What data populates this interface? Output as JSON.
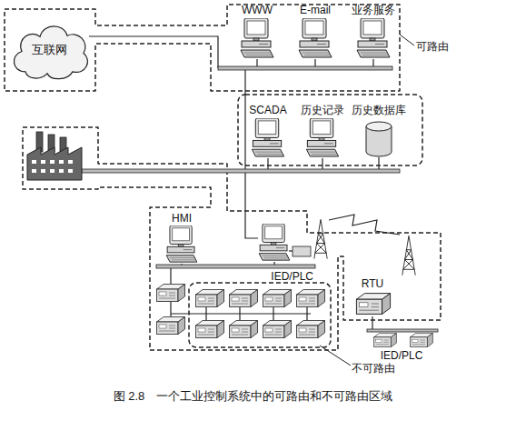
{
  "diagram": {
    "caption": "图 2.8　一个工业控制系统中的可路由和不可路由区域",
    "nodes": [
      {
        "text": [
          "互联网"
        ]
      },
      {
        "text": [
          "WWW"
        ]
      },
      {
        "text": [
          "E-mail"
        ]
      },
      {
        "text": [
          "业务服务"
        ]
      },
      {
        "text": [
          "SCADA"
        ]
      },
      {
        "text": [
          "历史记录"
        ]
      },
      {
        "text": [
          "历史数据库"
        ]
      },
      {
        "text": [
          "HMI"
        ]
      },
      {
        "text": [
          "IED/PLC"
        ]
      },
      {
        "text": [
          "RTU"
        ]
      },
      {
        "text": [
          "IED/PLC"
        ]
      }
    ],
    "edges": [
      {
        "from": 9,
        "to": 10,
        "arrow": "none"
      }
    ],
    "labels": [
      "可路由",
      "不可路由"
    ]
  }
}
